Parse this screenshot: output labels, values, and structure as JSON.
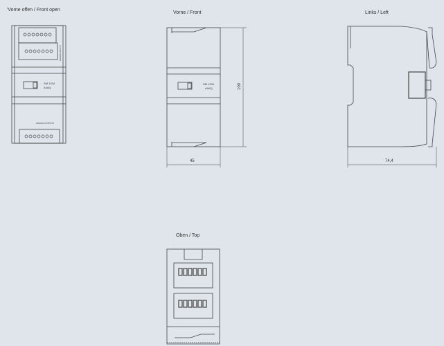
{
  "views": {
    "front_open": {
      "title": "'Vorne offen / Front open",
      "module": "SM 1234",
      "type": "AI/AQ",
      "outputs_label": "ANALOG OUTPUTS",
      "inputs_label": "ANALOG INPUTS"
    },
    "front": {
      "title": "Vorne / Front",
      "module": "SM 1234",
      "type": "AI/AQ",
      "width_dim": "45",
      "height_dim": "100"
    },
    "left": {
      "title": "Links / Left",
      "depth_dim": "74,4"
    },
    "top": {
      "title": "Oben / Top"
    }
  },
  "colors": {
    "background": "#dfe5eb",
    "line": "#444444"
  }
}
